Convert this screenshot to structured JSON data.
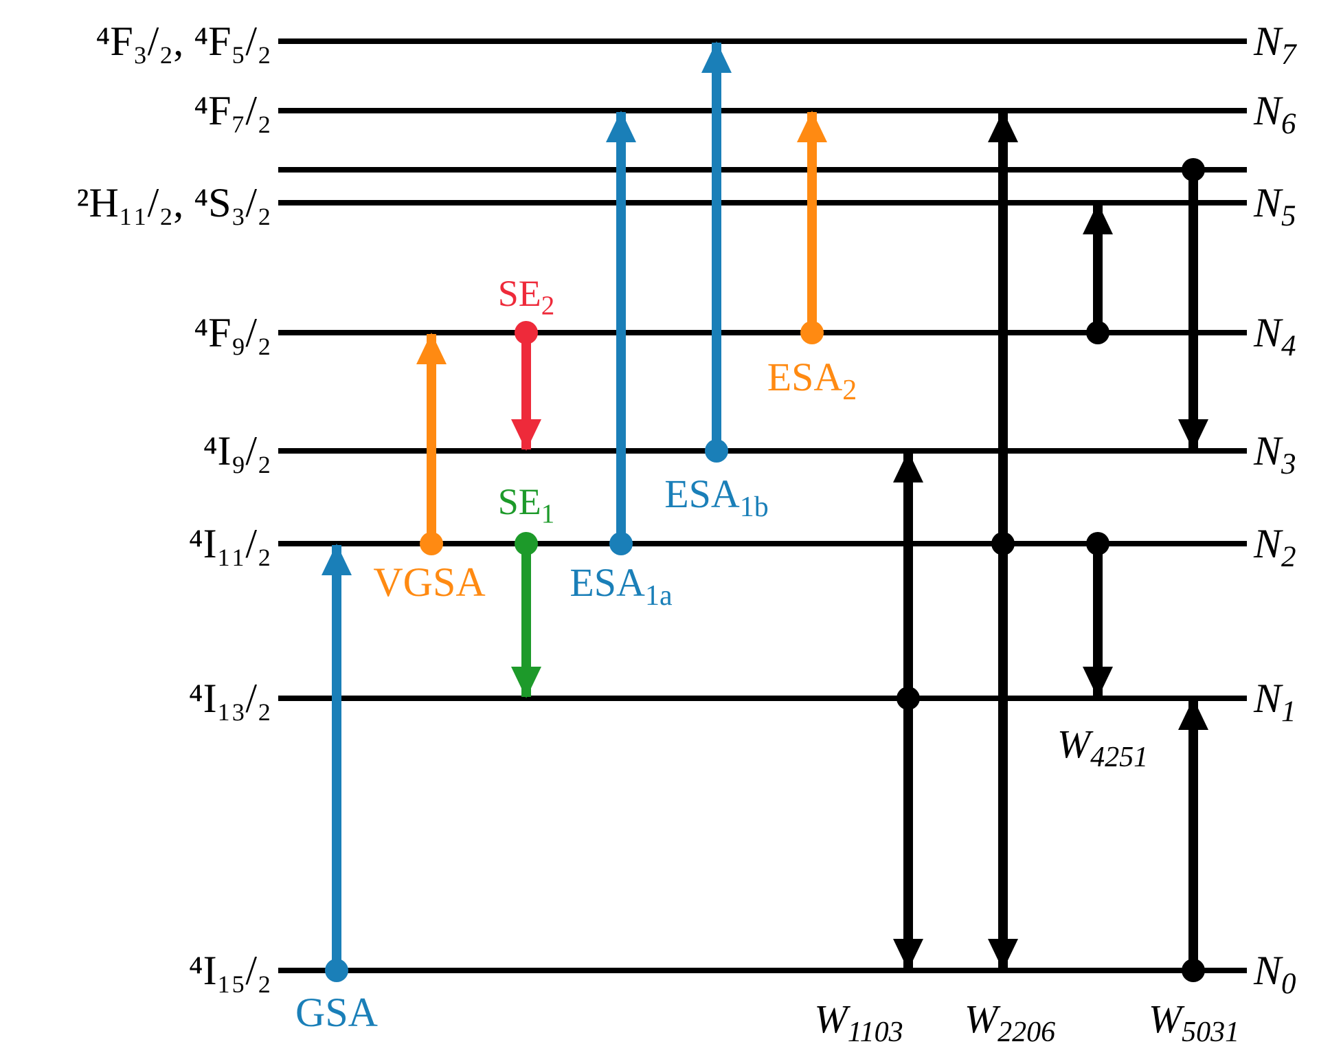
{
  "colors": {
    "blue": "#1a7fb8",
    "orange": "#ff8a12",
    "red": "#ee2a3a",
    "green": "#1d9a2a",
    "black": "#000000"
  },
  "levels": {
    "F35": {
      "term": "⁴F₃/₂, ⁴F₅/₂",
      "pop": "N7"
    },
    "F7": {
      "term": "⁴F₇/₂",
      "pop": "N6"
    },
    "S32": {
      "term": "²H₁₁/₂, ⁴S₃/₂",
      "pop": "N5"
    },
    "F9": {
      "term": "⁴F₉/₂",
      "pop": "N4"
    },
    "I9": {
      "term": "⁴I₉/₂",
      "pop": "N3"
    },
    "I11": {
      "term": "⁴I₁₁/₂",
      "pop": "N2"
    },
    "I13": {
      "term": "⁴I₁₃/₂",
      "pop": "N1"
    },
    "I15": {
      "term": "⁴I₁₅/₂",
      "pop": "N0"
    }
  },
  "transitions": {
    "gsa": "GSA",
    "vgsa": "VGSA",
    "se1": "SE1",
    "se2": "SE2",
    "esa1a": "ESA1a",
    "esa1b": "ESA1b",
    "esa2": "ESA2",
    "w1103": "W1103",
    "w2206": "W2206",
    "w5031": "W5031",
    "w4251": "W4251"
  }
}
